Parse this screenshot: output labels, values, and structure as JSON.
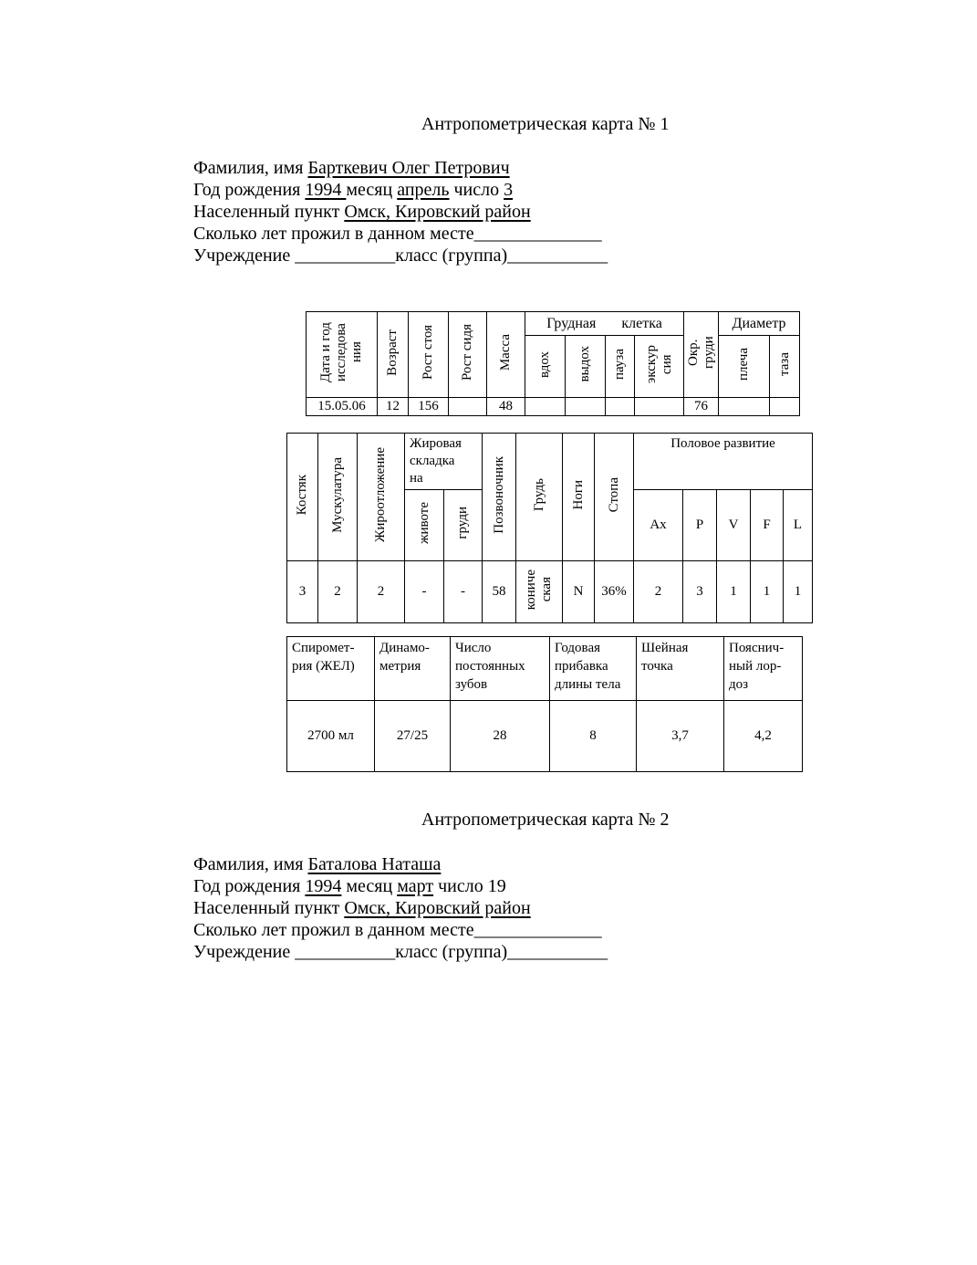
{
  "card1": {
    "title": "Антропометрическая карта № 1",
    "surname_label": "Фамилия, имя",
    "surname_value": "Барткевич Олег Петрович",
    "birth_label": "Год рождения",
    "birth_year": "1994 ",
    "month_label": "месяц",
    "month_value": "апрель",
    "day_label": "число",
    "day_value": "3",
    "locality_label": "Населенный пункт",
    "locality_value": "Омск, Кировский район",
    "years_line": "Сколько лет прожил в данном месте______________",
    "institution_line": "Учреждение ___________класс (группа)___________"
  },
  "table1": {
    "headers": {
      "date": [
        "Дата и год",
        "исследова",
        "ния"
      ],
      "age": "Возраст",
      "height_standing": "Рост стоя",
      "height_sitting": "Рост сидя",
      "mass": "Масса",
      "chest_group_a": "Грудная",
      "chest_group_b": "клетка",
      "inhale": "вдох",
      "exhale": "выдох",
      "pause": "пауза",
      "excursion": [
        "экскур",
        "сия"
      ],
      "chest_circ": [
        "Окр.",
        "груди"
      ],
      "diameter_group": "Диаметр",
      "shoulders": "плеча",
      "pelvis": "таза"
    },
    "row": {
      "date": "15.05.06",
      "age": "12",
      "height_standing": "156",
      "height_sitting": "",
      "mass": "48",
      "inhale": "",
      "exhale": "",
      "pause": "",
      "excursion": "",
      "chest_circ": "76",
      "shoulders": "",
      "pelvis": ""
    }
  },
  "table2": {
    "headers": {
      "bone": "Костяк",
      "muscles": "Мускулатура",
      "fat": "Жироотложение",
      "fold_group": [
        "Жировая",
        "складка",
        "на"
      ],
      "belly": "животе",
      "chest_fold": "груди",
      "spine": "Позвоночник",
      "chest": "Грудь",
      "legs": "Ноги",
      "foot": "Стопа",
      "sexual_group": "Половое развитие",
      "ax": "Ax",
      "p": "P",
      "v": "V",
      "f": "F",
      "l": "L"
    },
    "row": {
      "bone": "3",
      "muscles": "2",
      "fat": "2",
      "belly": "-",
      "chest_fold": "-",
      "spine": "58",
      "chest": [
        "кониче",
        "ская"
      ],
      "legs": "N",
      "foot": "36%",
      "ax": "2",
      "p": "3",
      "v": "1",
      "f": "1",
      "l": "1"
    }
  },
  "table3": {
    "headers": [
      [
        "Спиромет-",
        "рия (ЖЕЛ)"
      ],
      [
        "Динамо-",
        "метрия"
      ],
      [
        "Число",
        "постоянных",
        "зубов"
      ],
      [
        "Годовая",
        "прибавка",
        "длины тела"
      ],
      [
        "Шейная",
        "точка"
      ],
      [
        "Пояснич-",
        "ный лор-",
        "доз"
      ]
    ],
    "values": [
      "2700 мл",
      "27/25",
      "28",
      "8",
      "3,7",
      "4,2"
    ]
  },
  "card2": {
    "title": "Антропометрическая карта № 2",
    "surname_label": "Фамилия, имя",
    "surname_value": "Баталова Наташа",
    "birth_label": "Год рождения",
    "birth_year": "1994",
    "month_label": "месяц",
    "month_value": "март",
    "day_label": "число 19",
    "locality_label": "Населенный пункт",
    "locality_value": "Омск, Кировский район",
    "years_line": "Сколько лет прожил в данном месте______________",
    "institution_line": "Учреждение ___________класс (группа)___________"
  }
}
